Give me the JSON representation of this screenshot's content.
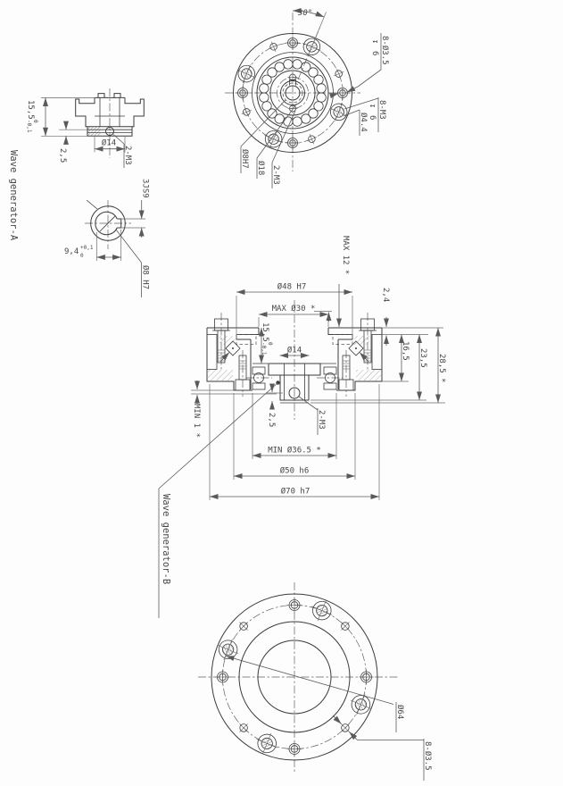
{
  "drawing": {
    "titles": {
      "wave_generator_a": "Wave generator-A",
      "wave_generator_b": "Wave generator-B"
    },
    "symbols": {
      "depth": "↧"
    },
    "top_view": {
      "angle": "30°",
      "holes": "8-Ø3.5",
      "holes_depth": "6",
      "taps": "8-M3",
      "taps_depth": "6",
      "washer_dia": "Ø4.4",
      "bore": "Ø8H7",
      "pitch_circle": "Ø18",
      "taps2": "2-M3"
    },
    "wg_a_side": {
      "height": "15,5",
      "height_tol_upper": "0",
      "height_tol_lower": "-0,1",
      "offset": "2,5",
      "dia": "Ø14",
      "taps": "2-M3"
    },
    "wg_a_end": {
      "keyway": "3JS9",
      "key_depth": "9,4",
      "key_depth_tol_upper": "+0,1",
      "key_depth_tol_lower": "0",
      "bore": "Ø8 H7"
    },
    "section_view": {
      "bore": "Ø48 H7",
      "max_dia": "MAX Ø30 *",
      "height": "15,5",
      "height_tol_upper": "0",
      "height_tol_lower": "-0,1",
      "dia": "Ø14",
      "max_depth": "MAX 12 *",
      "step": "2,4",
      "h_flange": "16,5",
      "h_mid": "23,5",
      "h_total": "28,5 *",
      "min_clearance": "MIN 1 *",
      "offset": "2,5",
      "taps": "2-M3",
      "min_dia": "MIN Ø36.5 *",
      "dia_spigot": "Ø50 h6",
      "dia_outer": "Ø70 h7"
    },
    "bottom_view": {
      "pitch_circle": "Ø64",
      "holes": "8-Ø3.5"
    }
  }
}
